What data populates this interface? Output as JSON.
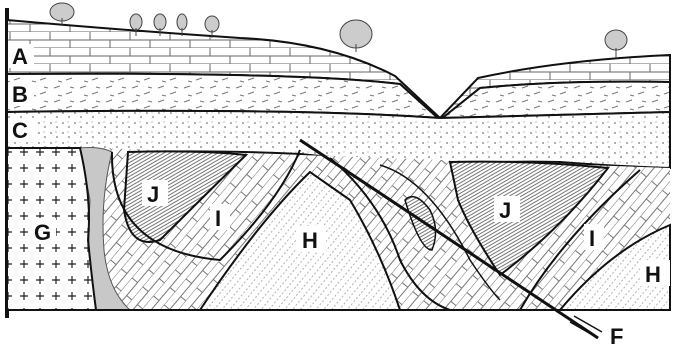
{
  "diagram": {
    "labels": {
      "A": "A",
      "B": "B",
      "C": "C",
      "G": "G",
      "H_left": "H",
      "H_right": "H",
      "I_left": "I",
      "I_right": "I",
      "J_left": "J",
      "J_right": "J",
      "F": "F"
    },
    "colors": {
      "outline": "#111111",
      "pattern_stroke": "#555555",
      "layer_fill": "#ffffff",
      "dike_fill": "#c8c8c8",
      "label_box": "#ffffff"
    }
  }
}
